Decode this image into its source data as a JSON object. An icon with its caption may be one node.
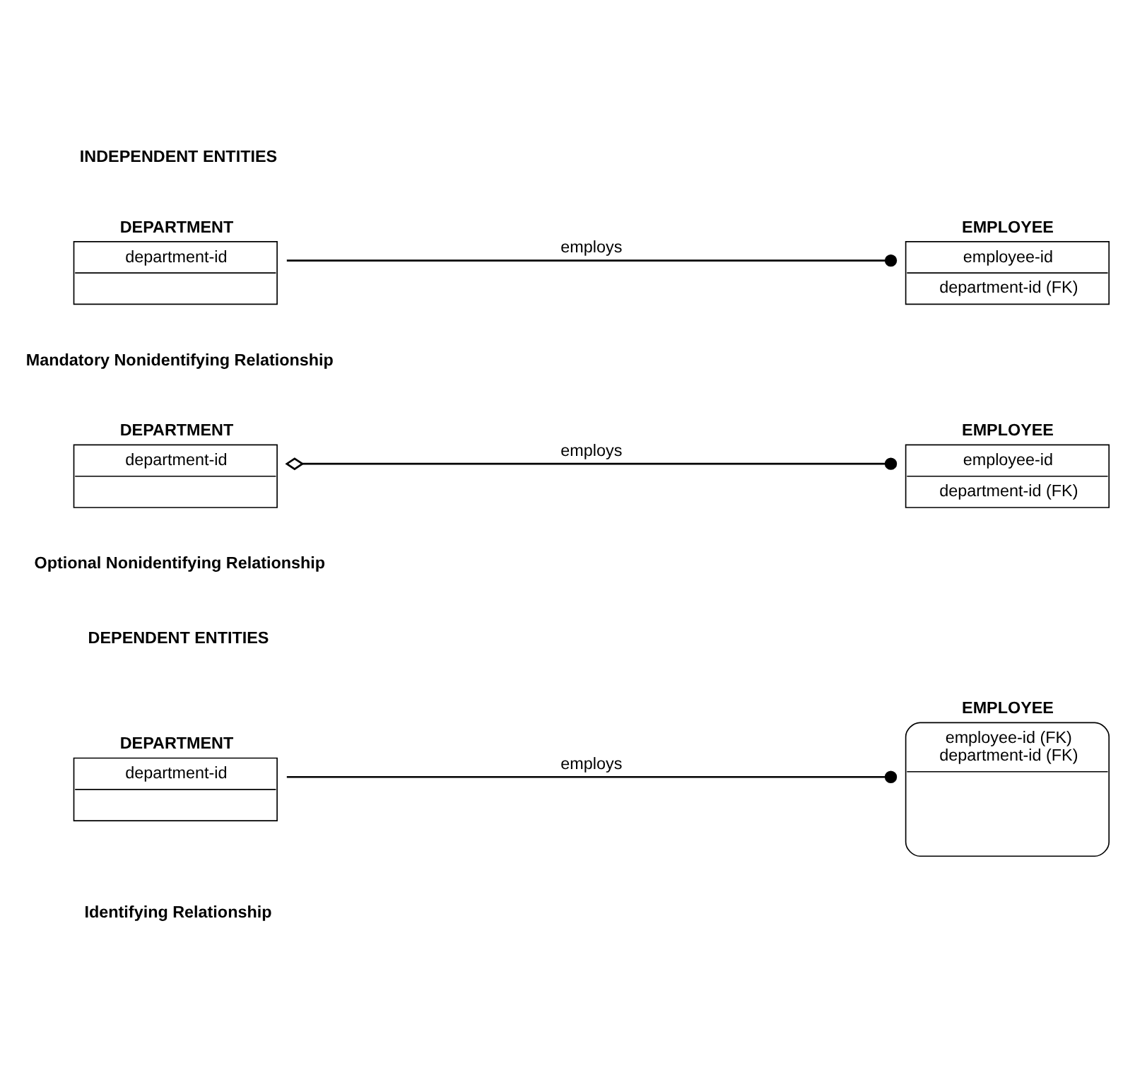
{
  "diagram": {
    "nodes": [
      {
        "text": [
          "DEPARTMENT",
          "department-id"
        ]
      },
      {
        "text": [
          "EMPLOYEE",
          "employee-id",
          "department-id (FK)"
        ]
      },
      {
        "text": [
          "DEPARTMENT",
          "department-id"
        ]
      },
      {
        "text": [
          "EMPLOYEE",
          "employee-id",
          "department-id (FK)"
        ]
      },
      {
        "text": [
          "DEPARTMENT",
          "department-id"
        ]
      },
      {
        "text": [
          "EMPLOYEE",
          "employee-id (FK)",
          "department-id (FK)"
        ]
      }
    ],
    "edges": [
      {
        "from": 0,
        "to": 1,
        "arrow": "other",
        "label": "employs"
      },
      {
        "from": 2,
        "to": 3,
        "arrow": "other",
        "label": "employs"
      },
      {
        "from": 4,
        "to": 5,
        "arrow": "other",
        "label": "employs"
      }
    ],
    "labels": [
      "INDEPENDENT ENTITIES",
      "Mandatory Nonidentifying Relationship",
      "Optional Nonidentifying Relationship",
      "DEPENDENT ENTITIES",
      "Identifying Relationship"
    ]
  }
}
